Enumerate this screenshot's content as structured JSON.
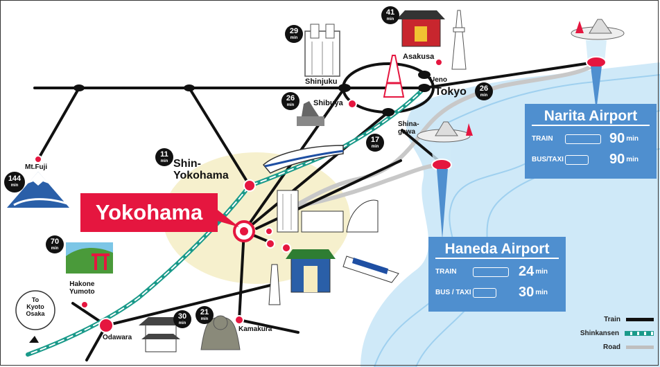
{
  "destination": {
    "label": "Yokohama"
  },
  "stations": {
    "shinjuku": "Shinjuku",
    "asakusa": "Asakusa",
    "ueno": "Ueno",
    "tokyo": "Tokyo",
    "shibuya": "Shibuya",
    "shinagawa_line1": "Shina-",
    "shinagawa_line2": "gawa",
    "shin_yokohama_line1": "Shin-",
    "shin_yokohama_line2": "Yokohama",
    "mt_fuji": "Mt.Fuji",
    "hakone_line1": "Hakone",
    "hakone_line2": "Yumoto",
    "odawara": "Odawara",
    "kamakura": "Kamakura",
    "to_kyoto_line1": "To",
    "to_kyoto_line2": "Kyoto",
    "to_kyoto_line3": "Osaka"
  },
  "badges": {
    "asakusa": {
      "value": "41",
      "unit": "min"
    },
    "shinjuku": {
      "value": "29",
      "unit": "min"
    },
    "tokyo": {
      "value": "26",
      "unit": "min"
    },
    "shibuya": {
      "value": "26",
      "unit": "min"
    },
    "shinagawa": {
      "value": "17",
      "unit": "min"
    },
    "shin_yokohama": {
      "value": "11",
      "unit": "min"
    },
    "mt_fuji": {
      "value": "144",
      "unit": "min"
    },
    "hakone": {
      "value": "70",
      "unit": "min"
    },
    "odawara": {
      "value": "30",
      "unit": "min"
    },
    "kamakura": {
      "value": "21",
      "unit": "min"
    }
  },
  "narita": {
    "title": "Narita Airport",
    "train_label": "TRAIN",
    "train_value": "90",
    "bus_label": "BUS/TAXI",
    "bus_value": "90",
    "unit": "min"
  },
  "haneda": {
    "title": "Haneda Airport",
    "train_label": "TRAIN",
    "train_value": "24",
    "bus_label": "BUS / TAXI",
    "bus_value": "30",
    "unit": "min"
  },
  "legend": {
    "train": "Train",
    "shinkansen": "Shinkansen",
    "road": "Road"
  },
  "colors": {
    "train": "#111111",
    "shinkansen": "#1a9a8a",
    "road": "#bfbfbf",
    "station": "#e5163f",
    "sea": "#bfe2f6",
    "panel": "#4f8fcf",
    "highlight": "#f6ecc0"
  }
}
